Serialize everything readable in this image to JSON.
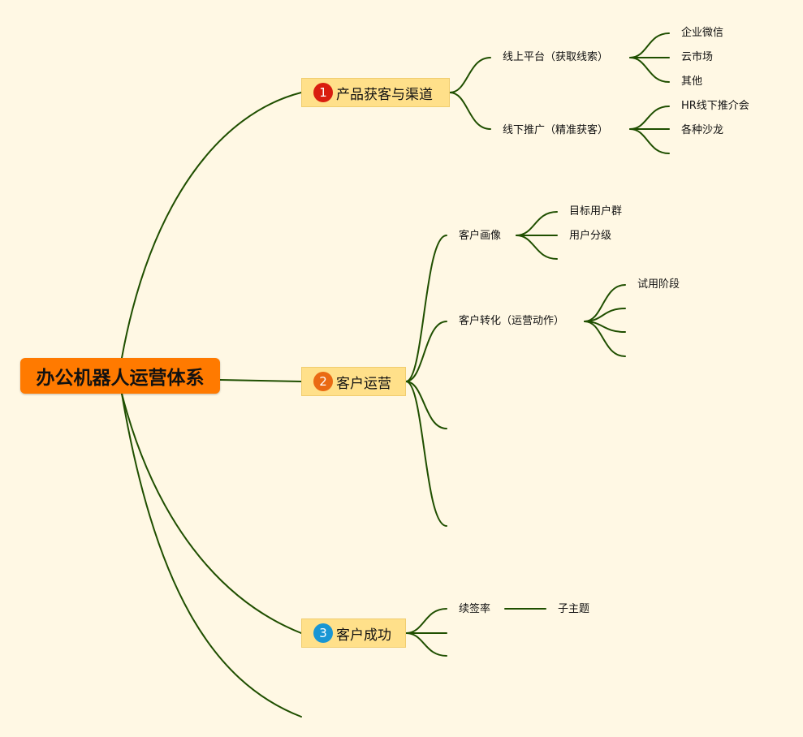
{
  "root": {
    "label": "办公机器人运营体系"
  },
  "branches": [
    {
      "number": "1",
      "label": "产品获客与渠道",
      "children": [
        {
          "label": "线上平台（获取线索）",
          "children": [
            "企业微信",
            "云市场",
            "其他"
          ]
        },
        {
          "label": "线下推广（精准获客）",
          "children": [
            "HR线下推介会",
            "各种沙龙",
            ""
          ]
        }
      ]
    },
    {
      "number": "2",
      "label": "客户运营",
      "children": [
        {
          "label": "客户画像",
          "children": [
            "目标用户群",
            "用户分级",
            ""
          ]
        },
        {
          "label": "客户转化（运营动作）",
          "children": [
            "试用阶段",
            "",
            "",
            ""
          ]
        },
        {
          "label": "",
          "children": []
        },
        {
          "label": "",
          "children": []
        }
      ]
    },
    {
      "number": "3",
      "label": "客户成功",
      "children": [
        {
          "label": "续签率",
          "children": [
            "子主题"
          ]
        },
        {
          "label": "",
          "children": []
        },
        {
          "label": "",
          "children": []
        }
      ]
    },
    {
      "number": "",
      "label": "",
      "children": []
    }
  ],
  "colors": {
    "background": "#fff8e4",
    "line": "#1f4f00",
    "root_fill": "#ff7a00",
    "topic_fill": "#ffe08a"
  }
}
